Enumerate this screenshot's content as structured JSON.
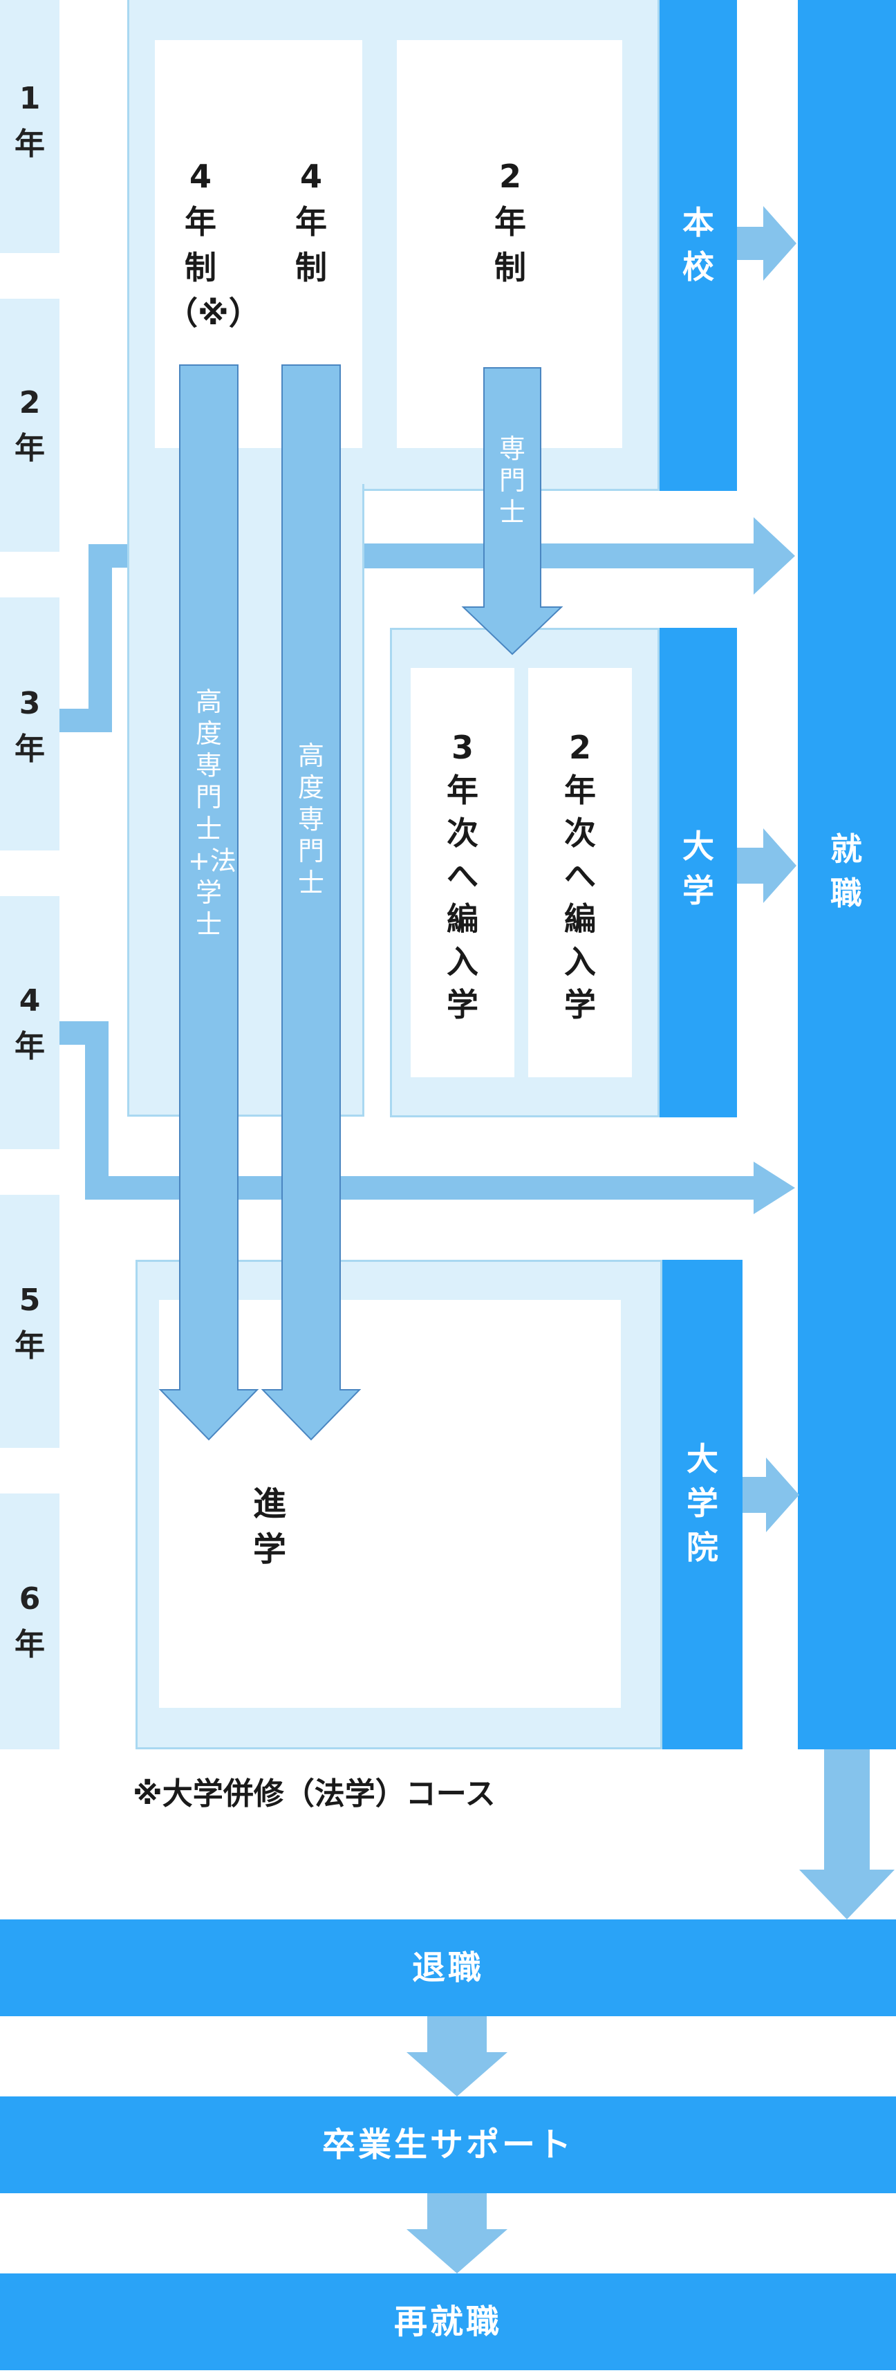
{
  "years": [
    "1\n年",
    "2\n年",
    "3\n年",
    "4\n年",
    "5\n年",
    "6\n年"
  ],
  "programs": {
    "four_year_course": "4\n年\n制\n（※）",
    "four_year": "4\n年\n制",
    "two_year": "2\n年\n制"
  },
  "degrees": {
    "high_specialist_law": "高度専門士+法学士",
    "high_specialist": "高度専門士",
    "specialist": "専門士"
  },
  "transfers": {
    "third_year": "3\n年\n次\nへ\n編\n入\n学",
    "second_year": "2\n年\n次\nへ\n編\n入\n学"
  },
  "destinations": {
    "main_school": "本\n校",
    "university": "大\n学",
    "graduate_school": "大\n学\n院",
    "advancement": "進\n学",
    "employment": "就\n職"
  },
  "note": "※大学併修（法学）コース",
  "bands": {
    "retirement": "退職",
    "alumni_support": "卒業生サポート",
    "reemployment": "再就職"
  },
  "colors": {
    "panel_bg": "#dcf0fb",
    "panel_border": "#a9d8f1",
    "accent_blue": "#2aa3f7",
    "arrow_blue": "#85c3ec"
  }
}
